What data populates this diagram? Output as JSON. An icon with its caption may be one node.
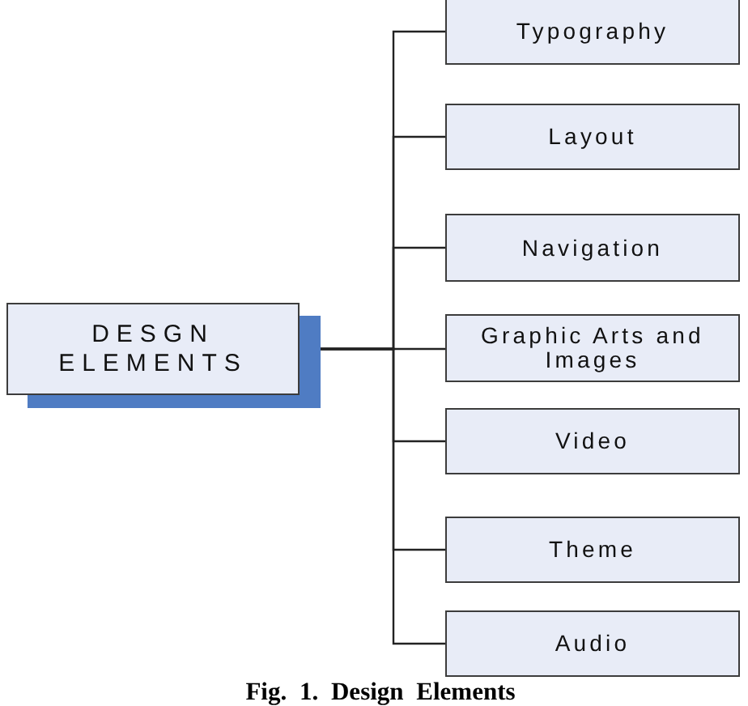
{
  "diagram": {
    "caption": "Fig. 1. Design Elements",
    "nodes": [
      {
        "text": [
          "DESGN ELEMENTS"
        ]
      },
      {
        "text": [
          "Typography"
        ]
      },
      {
        "text": [
          "Layout"
        ]
      },
      {
        "text": [
          "Navigation"
        ]
      },
      {
        "text": [
          "Graphic Arts and Images"
        ]
      },
      {
        "text": [
          "Video"
        ]
      },
      {
        "text": [
          "Theme"
        ]
      },
      {
        "text": [
          "Audio"
        ]
      }
    ],
    "edges": [
      {
        "from": 0,
        "to": 1,
        "arrow": "none"
      },
      {
        "from": 0,
        "to": 2,
        "arrow": "none"
      },
      {
        "from": 0,
        "to": 3,
        "arrow": "none"
      },
      {
        "from": 0,
        "to": 4,
        "arrow": "none"
      },
      {
        "from": 0,
        "to": 5,
        "arrow": "none"
      },
      {
        "from": 0,
        "to": 6,
        "arrow": "none"
      },
      {
        "from": 0,
        "to": 7,
        "arrow": "none"
      }
    ]
  }
}
